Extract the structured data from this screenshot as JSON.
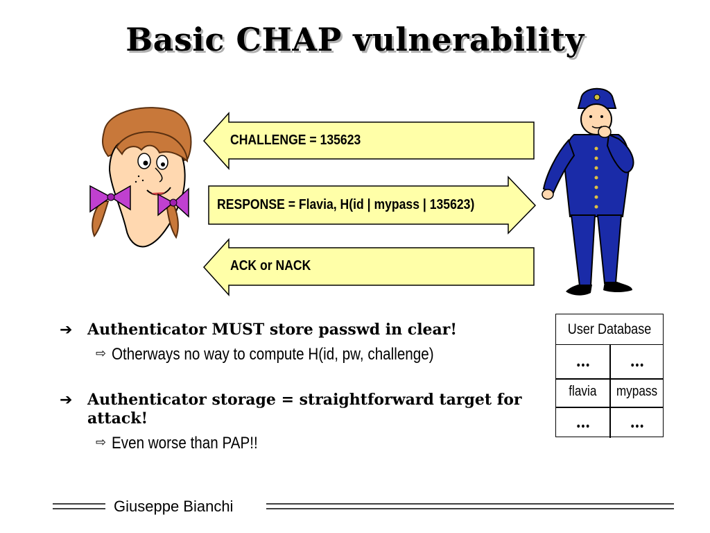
{
  "slide": {
    "title": "Basic CHAP vulnerability",
    "footer": "Giuseppe Bianchi"
  },
  "diagram": {
    "messages": [
      {
        "label": "CHALLENGE = 135623",
        "direction": "left"
      },
      {
        "label": "RESPONSE = Flavia, H(id | mypass | 135623)",
        "direction": "right"
      },
      {
        "label": "ACK or NACK",
        "direction": "left"
      }
    ],
    "arrow_fill": "#ffffa8",
    "peers": [
      {
        "role": "client",
        "icon": "girl-cartoon-icon"
      },
      {
        "role": "authenticator",
        "icon": "policeman-cartoon-icon"
      }
    ]
  },
  "bullets": [
    {
      "text": "Authenticator MUST store passwd in clear!",
      "sub": [
        "Otherways no way to compute H(id, pw, challenge)"
      ]
    },
    {
      "text": "Authenticator storage = straightforward target for attack!",
      "sub": [
        "Even worse than PAP!!"
      ]
    }
  ],
  "user_database": {
    "title": "User Database",
    "rows": [
      [
        "…",
        "…"
      ],
      [
        "flavia",
        "mypass"
      ],
      [
        "…",
        "…"
      ]
    ]
  }
}
